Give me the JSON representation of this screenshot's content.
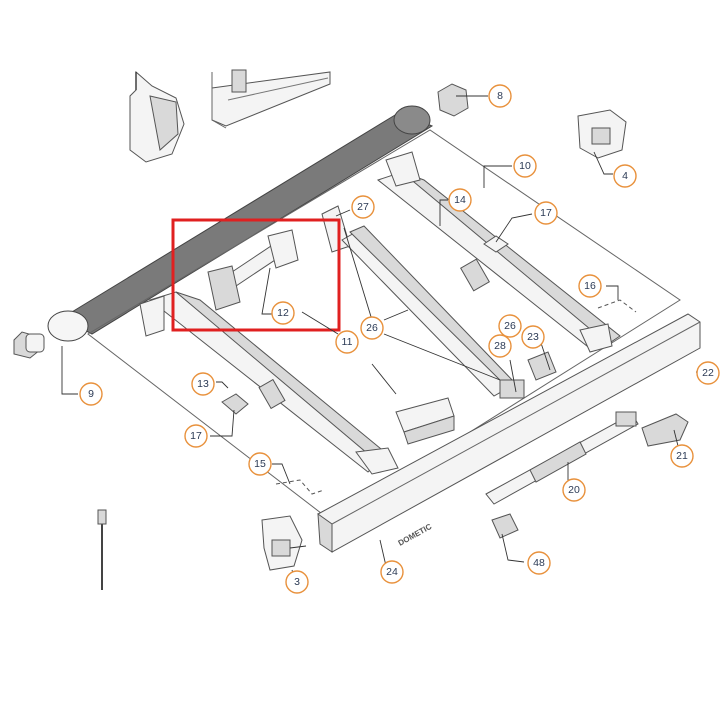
{
  "callouts": [
    {
      "id": "c3",
      "label": "3"
    },
    {
      "id": "c4",
      "label": "4"
    },
    {
      "id": "c8",
      "label": "8"
    },
    {
      "id": "c9",
      "label": "9"
    },
    {
      "id": "c10",
      "label": "10"
    },
    {
      "id": "c11",
      "label": "11"
    },
    {
      "id": "c12",
      "label": "12"
    },
    {
      "id": "c13",
      "label": "13"
    },
    {
      "id": "c14",
      "label": "14"
    },
    {
      "id": "c15",
      "label": "15"
    },
    {
      "id": "c16",
      "label": "16"
    },
    {
      "id": "c17a",
      "label": "17"
    },
    {
      "id": "c17b",
      "label": "17"
    },
    {
      "id": "c20",
      "label": "20"
    },
    {
      "id": "c21",
      "label": "21"
    },
    {
      "id": "c22",
      "label": "22"
    },
    {
      "id": "c23",
      "label": "23"
    },
    {
      "id": "c24",
      "label": "24"
    },
    {
      "id": "c26a",
      "label": "26"
    },
    {
      "id": "c26b",
      "label": "26"
    },
    {
      "id": "c27",
      "label": "27"
    },
    {
      "id": "c28",
      "label": "28"
    },
    {
      "id": "c48",
      "label": "48"
    }
  ],
  "brand_mark": "DOMETIC",
  "colors": {
    "highlight_box": "#e02020",
    "callout_ring": "#e8913c",
    "callout_text": "#2b3a55",
    "fabric": "#7a7a7a"
  }
}
